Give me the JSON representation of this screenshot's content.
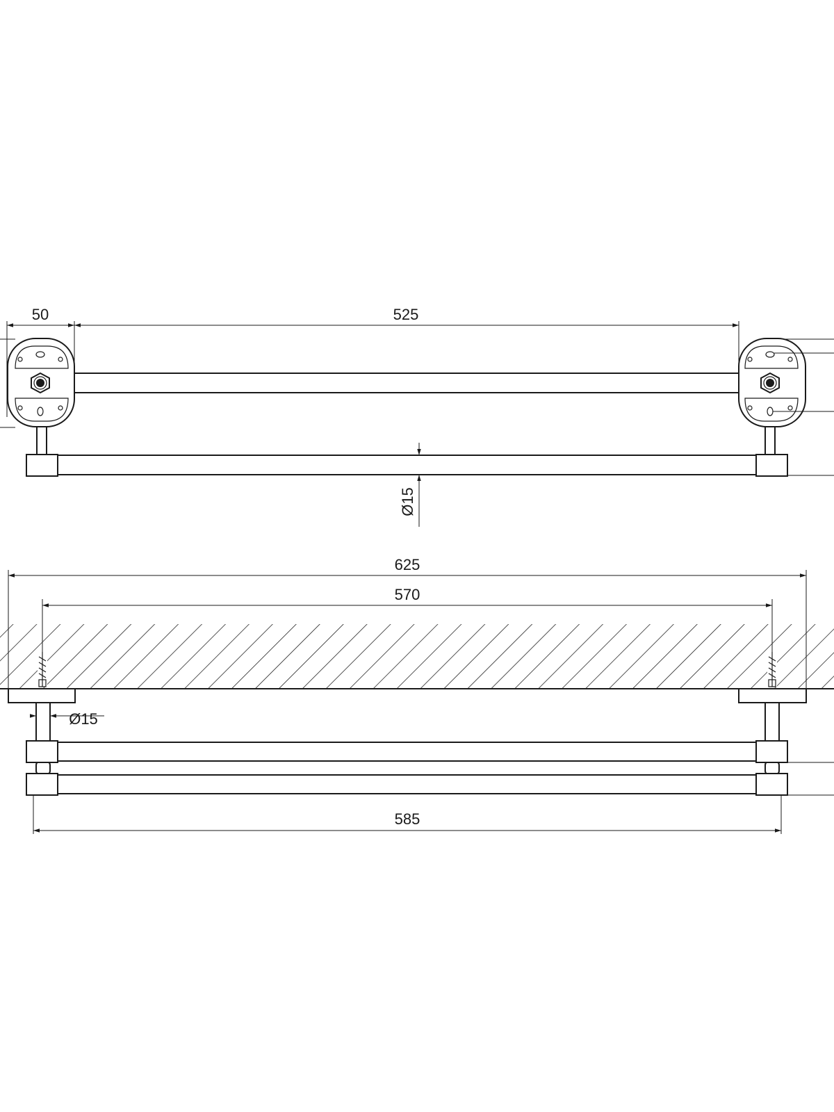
{
  "drawing": {
    "line_color": "#1a1a1a",
    "background": "#ffffff",
    "top_view": {
      "dim_plate_width": "50",
      "dim_bracket_span": "525",
      "dim_bar_diameter": "Ø15"
    },
    "front_view": {
      "dim_overall_length": "625",
      "dim_mount_spacing": "570",
      "dim_post_diameter": "Ø15",
      "dim_bar_length": "585"
    }
  }
}
